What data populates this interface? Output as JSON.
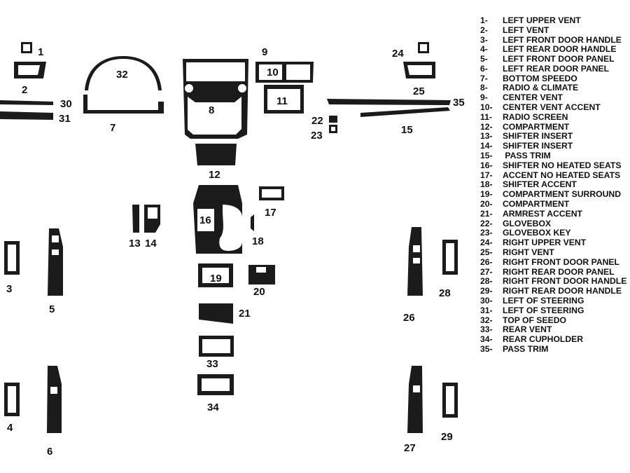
{
  "colors": {
    "ink": "#111111",
    "part": "#1b1b1b",
    "background": "#ffffff"
  },
  "legend": [
    {
      "id": "1-",
      "label": "LEFT UPPER VENT"
    },
    {
      "id": "2-",
      "label": "LEFT VENT"
    },
    {
      "id": "3-",
      "label": "LEFT FRONT DOOR HANDLE"
    },
    {
      "id": "4-",
      "label": "LEFT REAR DOOR HANDLE"
    },
    {
      "id": "5-",
      "label": "LEFT FRONT DOOR PANEL"
    },
    {
      "id": "6-",
      "label": "LEFT REAR DOOR PANEL"
    },
    {
      "id": "7-",
      "label": "BOTTOM SPEEDO"
    },
    {
      "id": "8-",
      "label": "RADIO & CLIMATE"
    },
    {
      "id": "9-",
      "label": "CENTER VENT"
    },
    {
      "id": "10-",
      "label": "CENTER VENT ACCENT"
    },
    {
      "id": "11-",
      "label": "RADIO SCREEN"
    },
    {
      "id": "12-",
      "label": "COMPARTMENT"
    },
    {
      "id": "13-",
      "label": "SHIFTER INSERT"
    },
    {
      "id": "14-",
      "label": "SHIFTER INSERT"
    },
    {
      "id": "15-",
      "label": " PASS TRIM"
    },
    {
      "id": "16-",
      "label": "SHIFTER NO HEATED SEATS"
    },
    {
      "id": "17-",
      "label": "ACCENT NO HEATED SEATS"
    },
    {
      "id": "18-",
      "label": "SHIFTER ACCENT"
    },
    {
      "id": "19-",
      "label": "COMPARTMENT SURROUND"
    },
    {
      "id": "20-",
      "label": "COMPARTMENT"
    },
    {
      "id": "21-",
      "label": "ARMREST ACCENT"
    },
    {
      "id": "22-",
      "label": "GLOVEBOX"
    },
    {
      "id": "23-",
      "label": "GLOVEBOX KEY"
    },
    {
      "id": "24-",
      "label": "RIGHT UPPER VENT"
    },
    {
      "id": "25-",
      "label": "RIGHT VENT"
    },
    {
      "id": "26-",
      "label": "RIGHT FRONT DOOR PANEL"
    },
    {
      "id": "27-",
      "label": "RIGHT REAR DOOR PANEL"
    },
    {
      "id": "28-",
      "label": "RIGHT FRONT DOOR HANDLE"
    },
    {
      "id": "29-",
      "label": "RIGHT REAR DOOR HANDLE"
    },
    {
      "id": "30-",
      "label": "LEFT OF STEERING"
    },
    {
      "id": "31-",
      "label": "LEFT OF STEERING"
    },
    {
      "id": "32-",
      "label": "TOP OF SEEDO"
    },
    {
      "id": "33-",
      "label": "REAR VENT"
    },
    {
      "id": "34-",
      "label": "REAR CUPHOLDER"
    },
    {
      "id": "35-",
      "label": "PASS TRIM"
    }
  ],
  "part_numbers": {
    "p1": "1",
    "p2": "2",
    "p3": "3",
    "p4": "4",
    "p5": "5",
    "p6": "6",
    "p7": "7",
    "p8": "8",
    "p9": "9",
    "p10": "10",
    "p11": "11",
    "p12": "12",
    "p13": "13",
    "p14": "14",
    "p15": "15",
    "p16": "16",
    "p17": "17",
    "p18": "18",
    "p19": "19",
    "p20": "20",
    "p21": "21",
    "p22": "22",
    "p23": "23",
    "p24": "24",
    "p25": "25",
    "p26": "26",
    "p27": "27",
    "p28": "28",
    "p29": "29",
    "p30": "30",
    "p31": "31",
    "p32": "32",
    "p33": "33",
    "p34": "34",
    "p35": "35"
  }
}
